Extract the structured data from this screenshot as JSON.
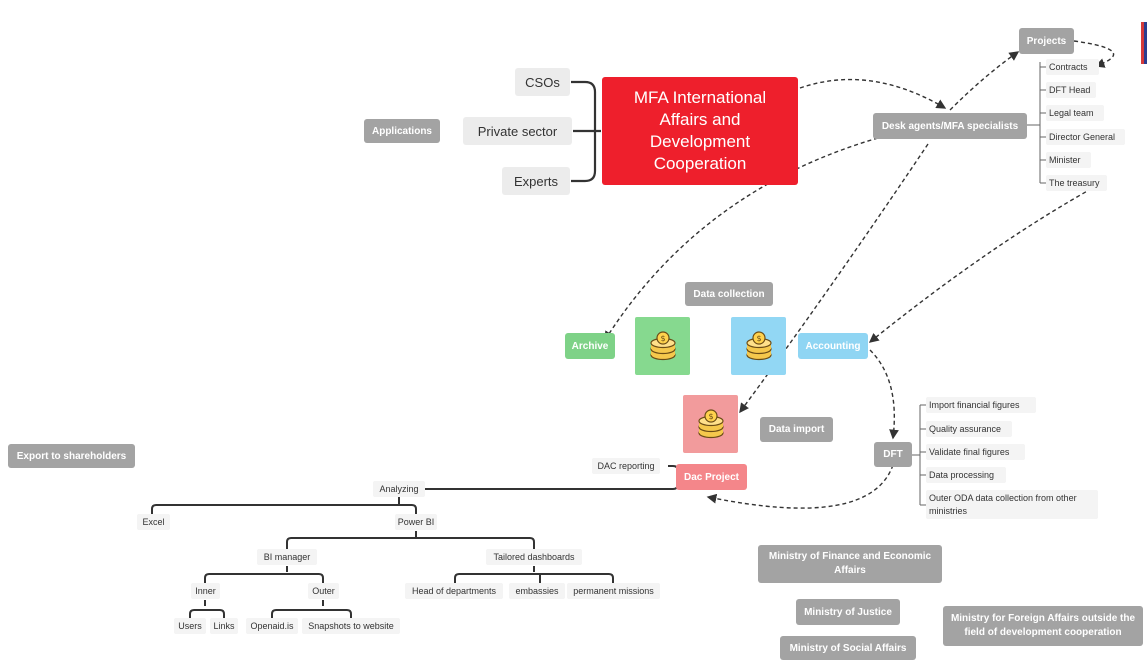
{
  "center": "MFA International Affairs and Development Cooperation",
  "left_branch": [
    "CSOs",
    "Private sector",
    "Experts"
  ],
  "applications": "Applications",
  "desk_agents": "Desk agents/MFA specialists",
  "projects": "Projects",
  "project_items": [
    "Contracts",
    "DFT Head",
    "Legal team",
    "Director General",
    "Minister",
    "The treasury"
  ],
  "data_collection": "Data collection",
  "archive": "Archive",
  "accounting": "Accounting",
  "data_import": "Data import",
  "dft": "DFT",
  "dft_items": [
    "Import financial figures",
    "Quality assurance",
    "Validate final figures",
    "Data processing",
    "Outer ODA data collection from other ministries"
  ],
  "dac_project": "Dac Project",
  "dac_reporting": "DAC reporting",
  "export": "Export to shareholders",
  "analyzing": "Analyzing",
  "excel": "Excel",
  "power_bi": "Power BI",
  "bi_manager": "BI manager",
  "tailored_dashboards": "Tailored dashboards",
  "inner": "Inner",
  "outer": "Outer",
  "users": "Users",
  "links": "Links",
  "openaid": "Openaid.is",
  "snapshots": "Snapshots to website",
  "dashboard_items": [
    "Head of departments",
    "embassies",
    "permanent missions"
  ],
  "ministries": {
    "finance": "Ministry of Finance and Economic Affairs",
    "justice": "Ministry of Justice",
    "social": "Ministry of Social Affairs",
    "foreign": "Ministry for Foreign Affairs outside the field of development cooperation"
  },
  "colors": {
    "center": "#ee1f2c",
    "grey_node": "#a3a3a3",
    "light_node": "#ececec",
    "archive": "#7ed287",
    "accounting": "#8fd5f3",
    "dac": "#f4868a",
    "green_tile": "#86d98f",
    "blue_tile": "#92d7f4",
    "red_tile": "#f29b9c"
  },
  "icons": [
    "coin-stack-icon",
    "coin-stack-icon",
    "coin-stack-icon"
  ]
}
